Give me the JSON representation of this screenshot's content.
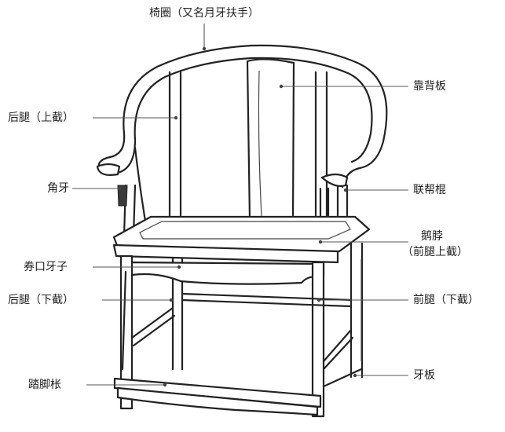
{
  "labels": {
    "top_rail": "椅圈（又名月牙扶手）",
    "back_splat": "靠背板",
    "rear_leg_upper": "后腿（上截）",
    "corner_spandrel": "角牙",
    "side_post": "联帮棍",
    "goose_neck": "鹅脖",
    "goose_neck_sub": "（前腿上截）",
    "arched_apron": "券口牙子",
    "rear_leg_lower": "后腿（下截）",
    "front_leg_lower": "前腿（下截）",
    "footrest": "踏脚枨",
    "apron_board": "牙板"
  },
  "colors": {
    "ink": "#222222",
    "leader": "#555555",
    "background": "#ffffff"
  }
}
